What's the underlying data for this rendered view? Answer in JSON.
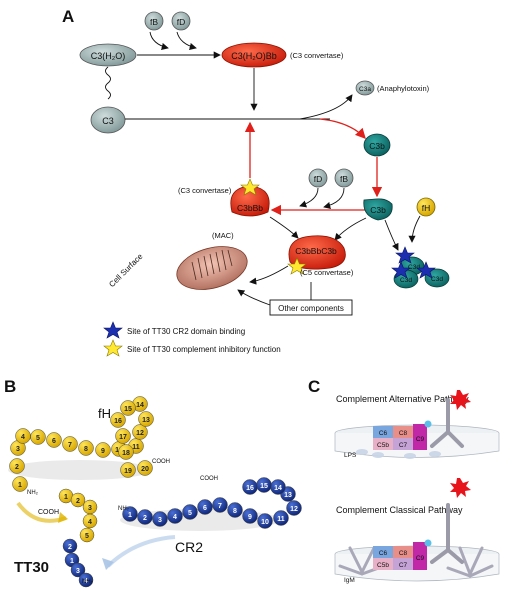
{
  "panel_a": {
    "label": "A",
    "fB": "fB",
    "fD": "fD",
    "c3h2o": "C3(H₂O)",
    "c3h2obb": "C3(H₂O)Bb",
    "c3_convertase_1": "(C3 convertase)",
    "c3": "C3",
    "c3a": "C3a",
    "anaphylotoxin": "(Anaphylotoxin)",
    "c3b_top": "C3b",
    "fD2": "fD",
    "fB2": "fB",
    "c3_convertase_2": "(C3 convertase)",
    "c3bbb": "C3bBb",
    "c3b_mid": "C3b",
    "fH": "fH",
    "mac": "(MAC)",
    "cell_surface": "Cell Surface",
    "c3bbbc3b": "C3bBbC3b",
    "c5_convertase": "(C5 convertase)",
    "c3d_1": "C3d",
    "c3d_2": "C3d",
    "c3d_3": "C3d",
    "other_components": "Other components",
    "legend_blue": "Site of TT30  CR2 domain binding",
    "legend_yellow": "Site of TT30  complement inhibitory function"
  },
  "panel_b": {
    "label": "B",
    "fH": "fH",
    "tt30": "TT30",
    "cr2": "CR2",
    "cooh_1": "COOH",
    "cooh_2": "COOH",
    "cooh_3": "COOH",
    "nh2_1": "NH₂",
    "nh2_2": "NH₂",
    "nh2_3": "NH₂",
    "fh_beads": [
      "1",
      "2",
      "3",
      "4",
      "5",
      "6",
      "7",
      "8",
      "9",
      "10",
      "11",
      "12",
      "13",
      "14",
      "15",
      "16",
      "17",
      "18",
      "19",
      "20"
    ],
    "tt30_fh_beads": [
      "1",
      "2",
      "3",
      "4",
      "5"
    ],
    "tt30_cr2_beads": [
      "1",
      "2",
      "3",
      "4"
    ],
    "cr2_beads": [
      "1",
      "2",
      "3",
      "4",
      "5",
      "6",
      "7",
      "8",
      "9",
      "10",
      "11",
      "12",
      "13",
      "14",
      "15",
      "16"
    ]
  },
  "panel_c": {
    "label": "C",
    "alt_title": "Complement Alternative Pathway",
    "classic_title": "Complement Classical Pathway",
    "lps": "LPS",
    "igm": "IgM",
    "alt_boxes": [
      "C6",
      "C8",
      "C9",
      "C5b",
      "C7"
    ],
    "classic_boxes": [
      "C6",
      "C8",
      "C9",
      "C5b",
      "C7"
    ]
  }
}
